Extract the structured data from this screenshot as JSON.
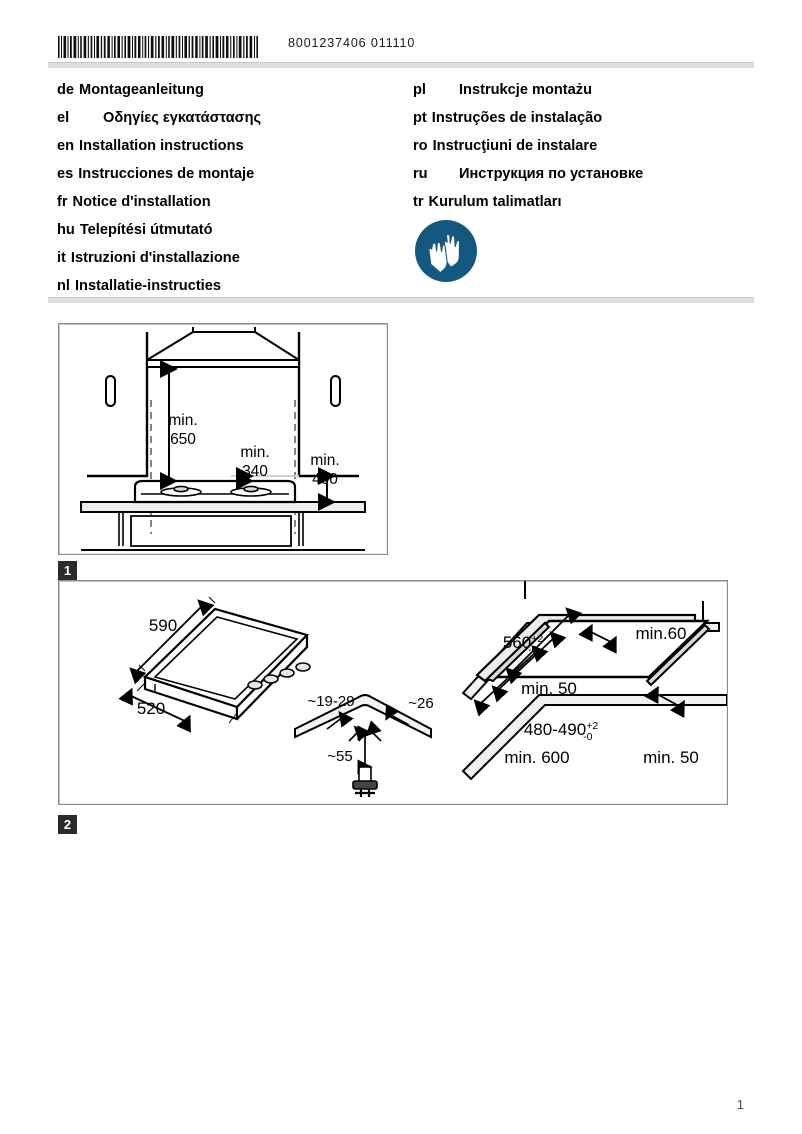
{
  "header": {
    "doc_number": "8001237406 011110",
    "barcode_name": "barcode"
  },
  "languages": {
    "left": [
      {
        "code": "de",
        "title": "Montageanleitung"
      },
      {
        "code": "el",
        "title": "Οδηγίες εγκατάστασης"
      },
      {
        "code": "en",
        "title": "Installation instructions"
      },
      {
        "code": "es",
        "title": "Instrucciones de montaje"
      },
      {
        "code": "fr",
        "title": "Notice d'installation"
      },
      {
        "code": "hu",
        "title": "Telepítési útmutató"
      },
      {
        "code": "it",
        "title": "Istruzioni d'installazione"
      },
      {
        "code": "nl",
        "title": "Installatie-instructies"
      }
    ],
    "right": [
      {
        "code": "pl",
        "title": "Instrukcje montażu"
      },
      {
        "code": "pt",
        "title": "Instruções de instalação"
      },
      {
        "code": "ro",
        "title": "Instrucţiuni de instalare"
      },
      {
        "code": "ru",
        "title": "Инструкция по установке"
      },
      {
        "code": "tr",
        "title": "Kurulum talimatları"
      }
    ]
  },
  "safety_sign": {
    "name": "wear-protective-gloves",
    "color": "#15587F"
  },
  "figure1": {
    "badge": "1",
    "labels": {
      "hood_height_l1": "min.",
      "hood_height_l2": "650",
      "side_clearance_l1": "min.",
      "side_clearance_l2": "340",
      "rear_clearance_l1": "min.",
      "rear_clearance_l2": "400"
    }
  },
  "figure2": {
    "badge": "2",
    "labels": {
      "hob_width": "590",
      "hob_depth": "520",
      "edge_range": "~19-29",
      "edge_thickness": "~26",
      "connector_depth": "~55",
      "cutout_width_base": "560",
      "cutout_width_sup": "+2",
      "cutout_width_sub": "-0",
      "cutout_depth_base": "480-490",
      "cutout_depth_sup": "+2",
      "cutout_depth_sub": "-0",
      "min_front": "min. 50",
      "min_rear_depth": "min. 600",
      "min_side": "min. 50",
      "min_back": "min.60"
    }
  },
  "footer": {
    "page_number": "1"
  }
}
